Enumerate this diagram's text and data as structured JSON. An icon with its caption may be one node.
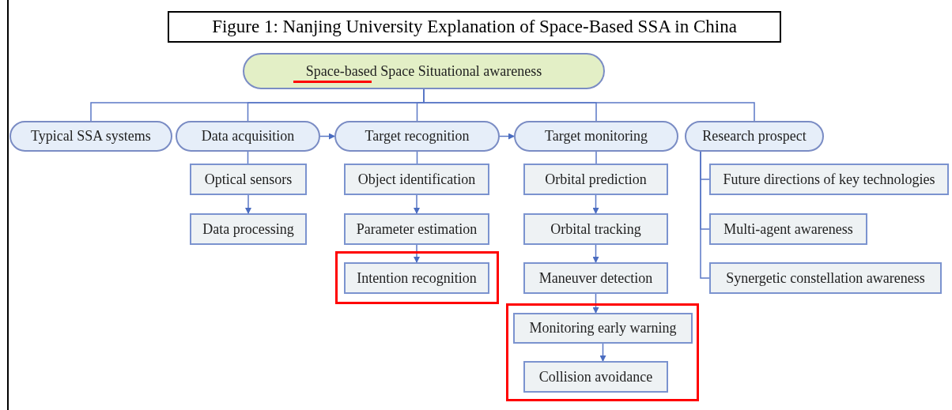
{
  "diagram": {
    "title": "Figure 1: Nanjing University Explanation of Space-Based SSA in China",
    "nodes": [
      {
        "text": [
          "Space-based Space Situational awareness"
        ]
      },
      {
        "text": [
          "Typical SSA systems"
        ]
      },
      {
        "text": [
          "Data acquisition"
        ]
      },
      {
        "text": [
          "Target recognition"
        ]
      },
      {
        "text": [
          "Target monitoring"
        ]
      },
      {
        "text": [
          "Research prospect"
        ]
      },
      {
        "text": [
          "Optical sensors"
        ]
      },
      {
        "text": [
          "Data processing"
        ]
      },
      {
        "text": [
          "Object identification"
        ]
      },
      {
        "text": [
          "Parameter estimation"
        ]
      },
      {
        "text": [],
        "shape": "box"
      },
      {
        "text": [
          "Intention recognition"
        ],
        "in": 10
      },
      {
        "text": [
          "Orbital prediction"
        ]
      },
      {
        "text": [
          "Orbital tracking"
        ]
      },
      {
        "text": [
          "Maneuver detection"
        ]
      },
      {
        "text": [],
        "shape": "box"
      },
      {
        "text": [
          "Monitoring early warning"
        ],
        "in": 15
      },
      {
        "text": [
          "Collision avoidance"
        ],
        "in": 15
      },
      {
        "text": [
          "Future directions of key technologies"
        ]
      },
      {
        "text": [
          "Multi-agent awareness"
        ]
      },
      {
        "text": [
          "Synergetic constellation awareness"
        ]
      }
    ],
    "edges": [
      {
        "from": 0,
        "to": 1,
        "arrow": "none"
      },
      {
        "from": 0,
        "to": 2,
        "arrow": "none"
      },
      {
        "from": 0,
        "to": 3,
        "arrow": "none"
      },
      {
        "from": 0,
        "to": 4,
        "arrow": "none"
      },
      {
        "from": 0,
        "to": 5,
        "arrow": "none"
      },
      {
        "from": 2,
        "to": 3,
        "arrow": "to"
      },
      {
        "from": 3,
        "to": 4,
        "arrow": "to"
      },
      {
        "from": 2,
        "to": 6,
        "arrow": "none"
      },
      {
        "from": 6,
        "to": 7,
        "arrow": "to"
      },
      {
        "from": 3,
        "to": 8,
        "arrow": "none"
      },
      {
        "from": 8,
        "to": 9,
        "arrow": "to"
      },
      {
        "from": 9,
        "to": 11,
        "arrow": "to"
      },
      {
        "from": 4,
        "to": 12,
        "arrow": "none"
      },
      {
        "from": 12,
        "to": 13,
        "arrow": "to"
      },
      {
        "from": 13,
        "to": 14,
        "arrow": "to"
      },
      {
        "from": 14,
        "to": 16,
        "arrow": "to"
      },
      {
        "from": 16,
        "to": 17,
        "arrow": "to"
      },
      {
        "from": 5,
        "to": 18,
        "arrow": "none"
      },
      {
        "from": 5,
        "to": 19,
        "arrow": "none"
      },
      {
        "from": 5,
        "to": 20,
        "arrow": "none"
      }
    ]
  }
}
